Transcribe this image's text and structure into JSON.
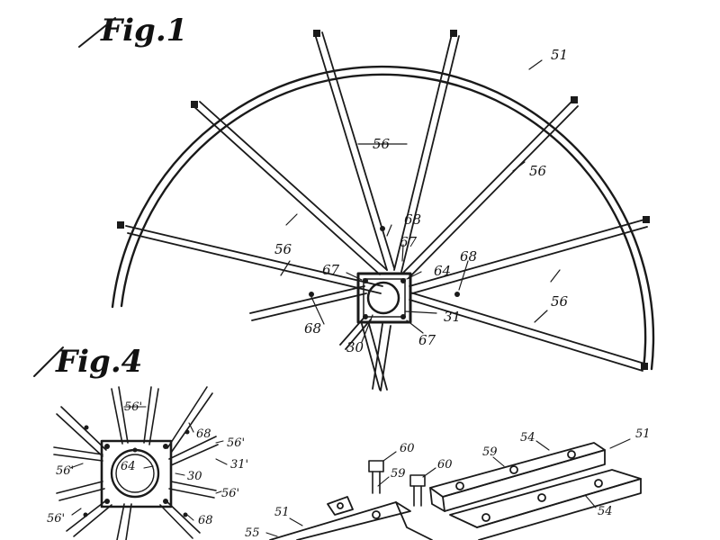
{
  "figure_1": {
    "title": "Fig.1",
    "labels": {
      "rim": "51",
      "spoke_a": "56",
      "spoke_b": "56",
      "spoke_c": "56",
      "spoke_d": "56",
      "clamp_top": "68",
      "clamp_right": "68",
      "clamp_left": "68",
      "bolt_top": "67",
      "bolt_left": "67",
      "bolt_bottom": "67",
      "hub_plate": "64",
      "hub_ring": "31",
      "hub_center": "30"
    }
  },
  "figure_4": {
    "title": "Fig.4",
    "labels": {
      "spoke_top": "56'",
      "spoke_left": "56'",
      "spoke_right": "56'",
      "spoke_right_low": "56'",
      "spoke_bottom_left": "56'",
      "clamp_upper": "68",
      "clamp_lower": "68",
      "plate": "64",
      "ring": "31'",
      "center": "30"
    }
  },
  "detail": {
    "labels": {
      "bolt_left": "60",
      "bolt_right": "60",
      "hole_left": "59",
      "hole_right": "59",
      "channel_top": "54",
      "channel_bottom": "54",
      "rim_right": "51",
      "rim_left": "51",
      "edge": "55"
    }
  }
}
